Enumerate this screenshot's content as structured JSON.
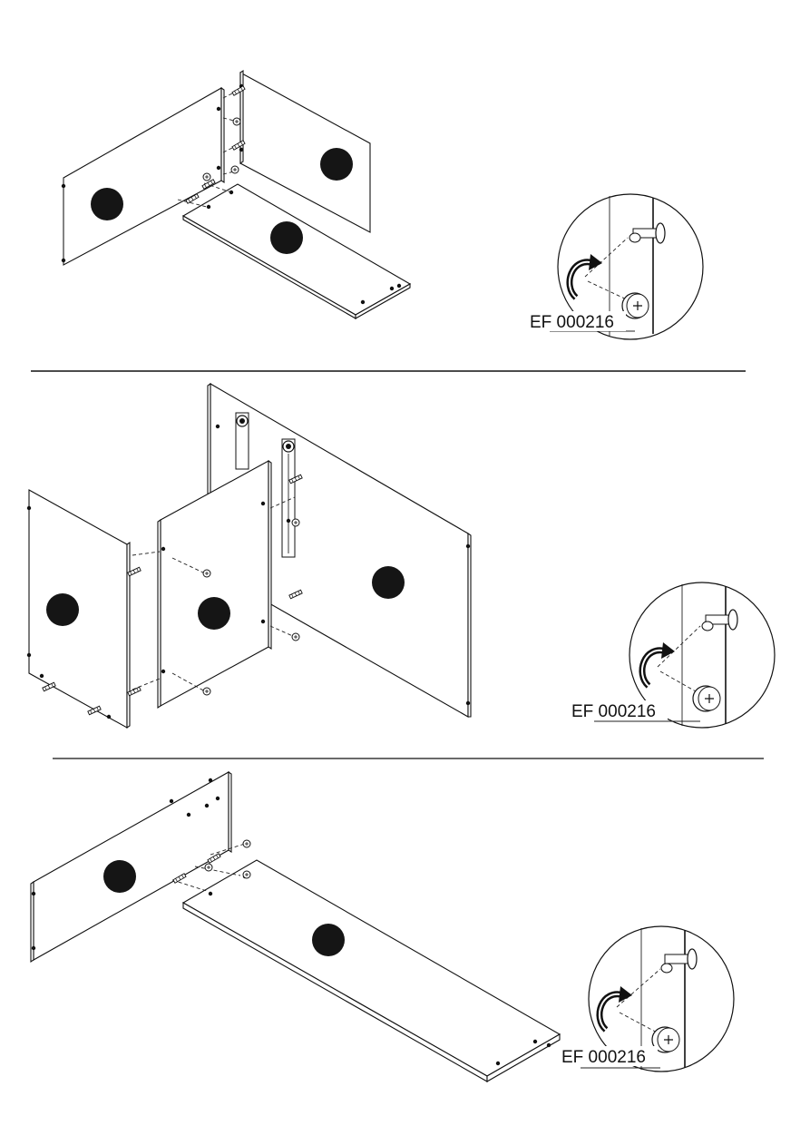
{
  "steps": [
    {
      "detail_label": "EF 000216",
      "detail_icon": "rotate-clockwise-icon"
    },
    {
      "detail_label": "EF 000216",
      "detail_icon": "rotate-clockwise-icon"
    },
    {
      "detail_label": "EF 000216",
      "detail_icon": "rotate-clockwise-icon"
    }
  ],
  "colors": {
    "line": "#111111",
    "part_marker": "#151515",
    "background": "#ffffff"
  }
}
